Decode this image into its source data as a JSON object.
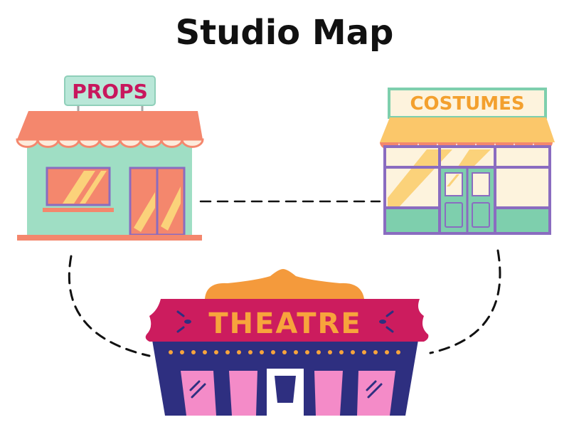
{
  "title": "Studio Map",
  "buildings": {
    "props": {
      "sign": "PROPS"
    },
    "costumes": {
      "sign": "COSTUMES"
    },
    "theatre": {
      "sign": "THEATRE"
    }
  },
  "colors": {
    "ink": "#111111",
    "props_wall": "#9fdec4",
    "props_awning": "#f4876d",
    "props_sign_text": "#c8175d",
    "costumes_awning": "#fbc76a",
    "costumes_sign_text": "#f3a02e",
    "costumes_frame": "#8a6cc0",
    "costumes_glass": "#fdf3dd",
    "costumes_base": "#7ecfad",
    "theatre_marquee": "#cc1c5e",
    "theatre_text": "#f7a43c",
    "theatre_body": "#2e2f80",
    "theatre_doors": "#f48bc8",
    "theatre_top": "#f49a3c"
  }
}
